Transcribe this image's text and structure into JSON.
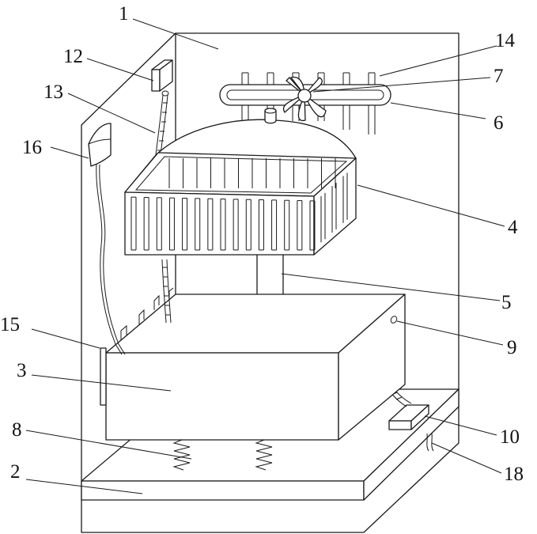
{
  "callouts": {
    "n1": "1",
    "n2": "2",
    "n3": "3",
    "n4": "4",
    "n5": "5",
    "n6": "6",
    "n7": "7",
    "n8": "8",
    "n9": "9",
    "n10": "10",
    "n12": "12",
    "n13": "13",
    "n14": "14",
    "n15": "15",
    "n16": "16",
    "n18": "18"
  }
}
